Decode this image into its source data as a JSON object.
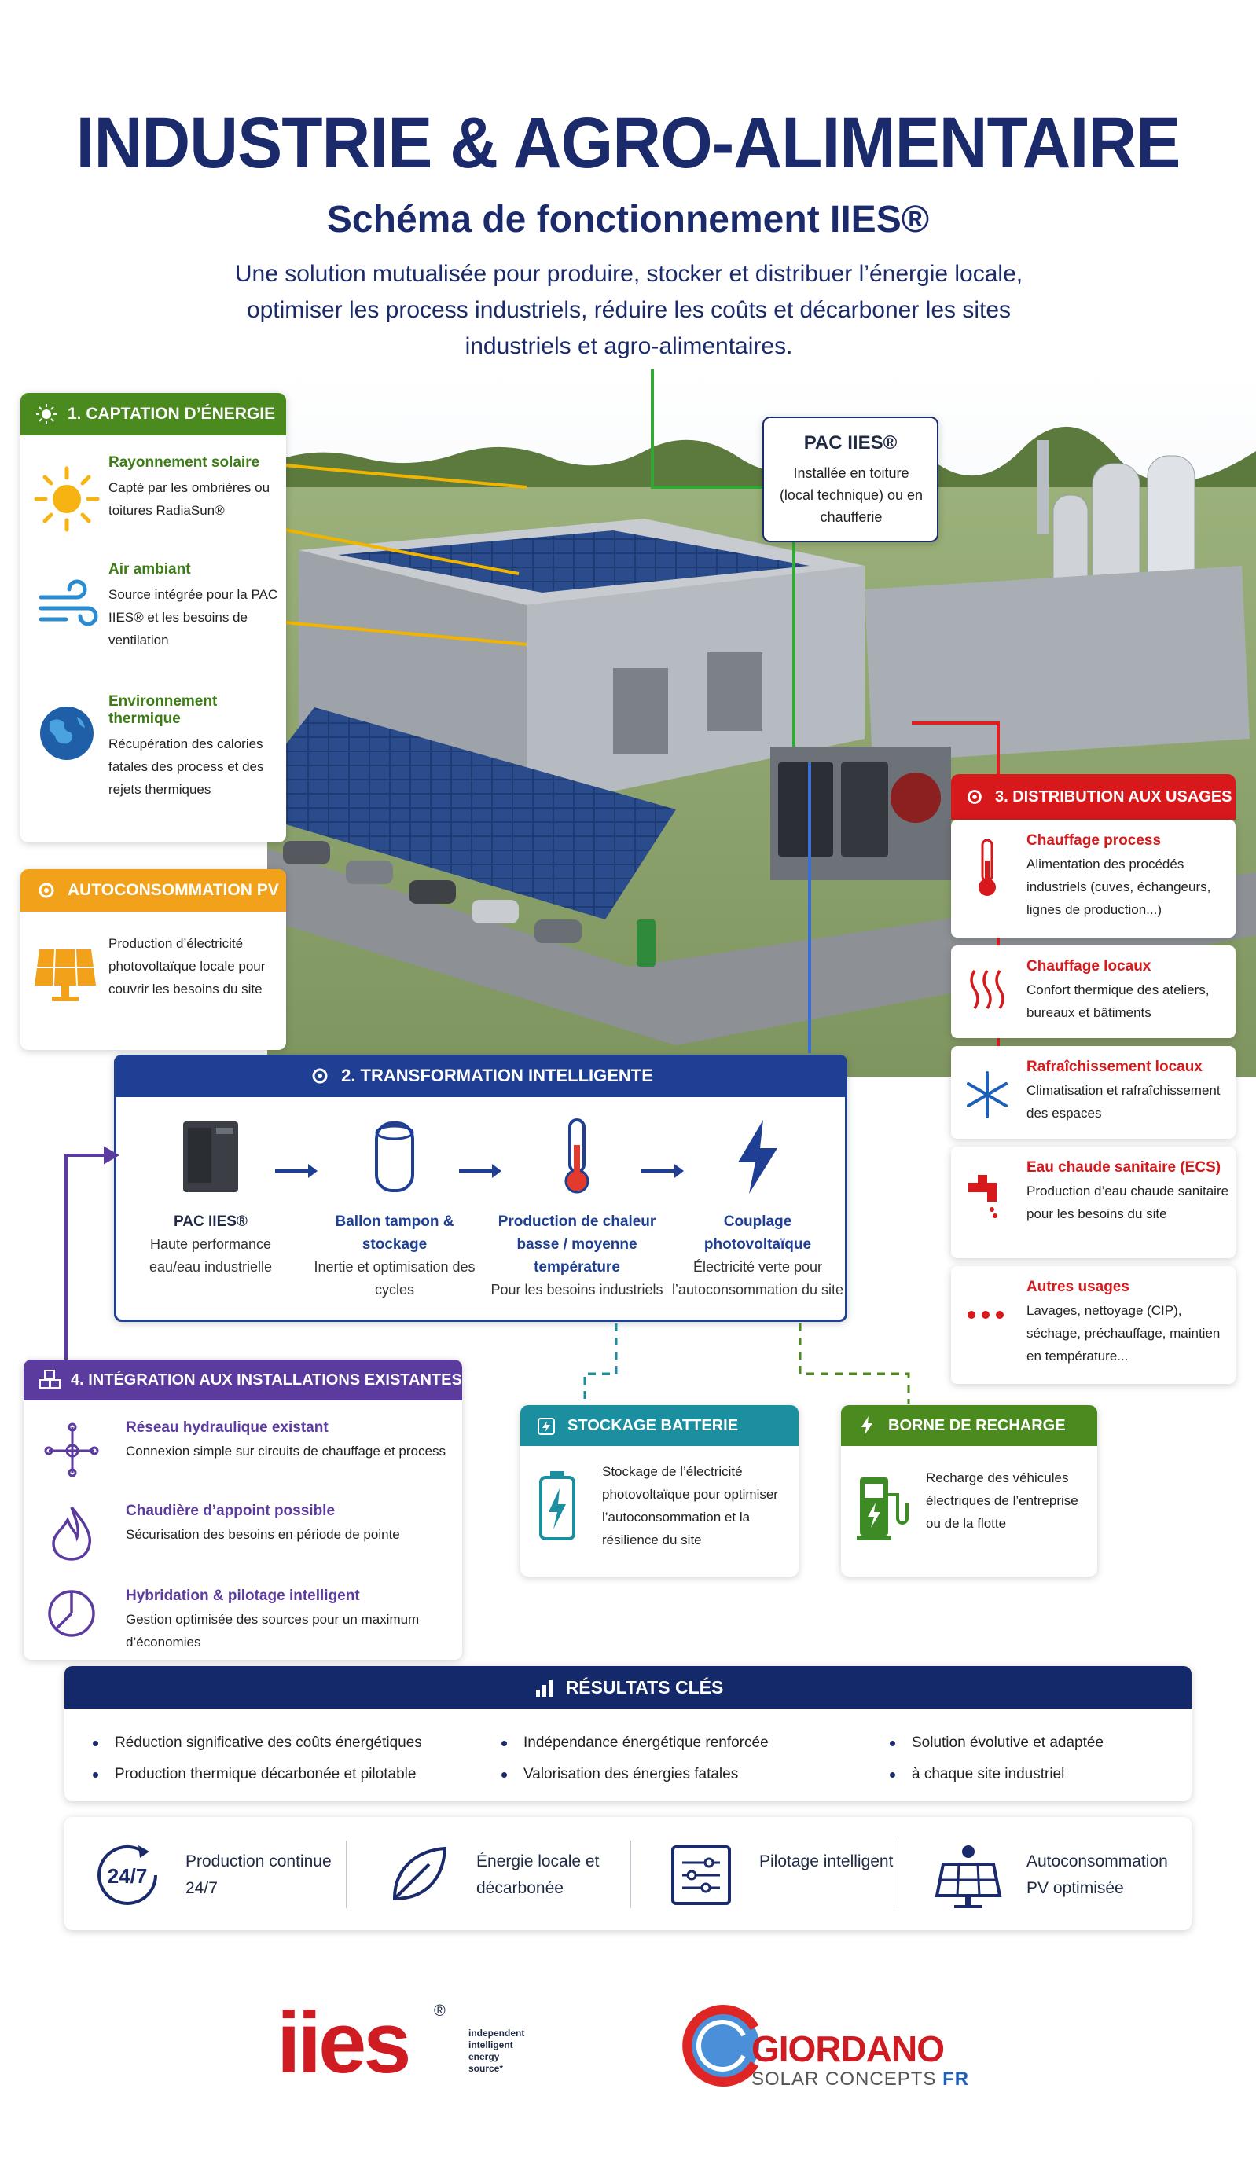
{
  "header": {
    "title": "INDUSTRIE & AGRO-ALIMENTAIRE",
    "subtitle": "Schéma de fonctionnement IIES®",
    "intro": "Une solution mutualisée pour produire, stocker et distribuer l’énergie locale, optimiser les process industriels, réduire les coûts et décarboner les sites industriels et agro-alimentaires."
  },
  "pac_callout": {
    "title": "PAC IIES®",
    "text": "Installée en toiture (local technique) ou en chaufferie"
  },
  "captation": {
    "header": "1. CAPTATION D’ÉNERGIE",
    "items": [
      {
        "title": "Rayonnement solaire",
        "text": "Capté par les ombrières ou toitures RadiaSun®",
        "icon": "sun-icon"
      },
      {
        "title": "Air ambiant",
        "text": "Source intégrée pour la PAC IIES® et les besoins de ventilation",
        "icon": "wind-icon"
      },
      {
        "title": "Environnement thermique",
        "text": "Récupération des calories fatales des process et des rejets thermiques",
        "icon": "globe-icon"
      }
    ]
  },
  "autocons": {
    "header": "AUTOCONSOMMATION PV",
    "text": "Production d’électricité photovoltaïque locale pour couvrir les besoins du site"
  },
  "transformation": {
    "header": "2. TRANSFORMATION INTELLIGENTE",
    "steps": [
      {
        "title": "PAC IIES®",
        "text": "Haute performance eau/eau industrielle",
        "icon": "heat-pump-icon"
      },
      {
        "title": "Ballon tampon & stockage",
        "text": "Inertie et optimisation des cycles",
        "icon": "tank-icon"
      },
      {
        "title": "Production de chaleur basse / moyenne température",
        "text": "Pour les besoins industriels",
        "icon": "thermometer-icon"
      },
      {
        "title": "Couplage photovoltaïque",
        "text": "Électricité verte pour l’autoconsommation du site",
        "icon": "lightning-icon"
      }
    ]
  },
  "distribution": {
    "header": "3. DISTRIBUTION AUX USAGES",
    "items": [
      {
        "title": "Chauffage process",
        "text": "Alimentation des procédés industriels (cuves, échangeurs, lignes de production...)",
        "icon": "thermometer-icon"
      },
      {
        "title": "Chauffage locaux",
        "text": "Confort thermique des ateliers, bureaux et bâtiments",
        "icon": "heat-waves-icon"
      },
      {
        "title": "Rafraîchissement locaux",
        "text": "Climatisation et rafraîchissement des espaces",
        "icon": "snowflake-icon"
      },
      {
        "title": "Eau chaude sanitaire (ECS)",
        "text": "Production d’eau chaude sanitaire pour les besoins du site",
        "icon": "faucet-icon"
      },
      {
        "title": "Autres usages",
        "text": "Lavages, nettoyage (CIP), séchage, préchauffage, maintien en température...",
        "icon": "dots-icon"
      }
    ]
  },
  "integration": {
    "header": "4. INTÉGRATION AUX INSTALLATIONS EXISTANTES",
    "items": [
      {
        "title": "Réseau hydraulique existant",
        "text": "Connexion simple sur circuits de chauffage et process",
        "icon": "network-icon"
      },
      {
        "title": "Chaudière d’appoint possible",
        "text": "Sécurisation des besoins en période de pointe",
        "icon": "flame-icon"
      },
      {
        "title": "Hybridation & pilotage intelligent",
        "text": "Gestion optimisée des sources pour un maximum d’économies",
        "icon": "control-icon"
      }
    ]
  },
  "battery": {
    "header": "STOCKAGE BATTERIE",
    "text": "Stockage de l’électricité photovoltaïque pour optimiser l’autoconsommation et la résilience du site"
  },
  "borne": {
    "header": "BORNE DE RECHARGE",
    "text": "Recharge des véhicules électriques de l’entreprise ou de la flotte"
  },
  "results": {
    "header": "RÉSULTATS CLÉS",
    "col1": [
      "Réduction significative des coûts énergétiques",
      "Production thermique décarbonée et pilotable"
    ],
    "col2": [
      "Indépendance énergétique renforcée",
      "Valorisation des énergies fatales"
    ],
    "col3": [
      "Solution évolutive et adaptée",
      "à chaque site industriel"
    ]
  },
  "features": [
    {
      "text": "Production continue 24/7",
      "icon": "clock-24-7-icon",
      "icon_label": "24/7"
    },
    {
      "text": "Énergie locale et décarbonée",
      "icon": "leaf-icon"
    },
    {
      "text": "Pilotage intelligent",
      "icon": "sliders-icon"
    },
    {
      "text": "Autoconsommation PV optimisée",
      "icon": "solar-panel-icon"
    }
  ],
  "logos": {
    "iies_word": "iies",
    "iies_reg": "®",
    "iies_tagline": [
      "independent",
      "intelligent",
      "energy",
      "source*"
    ],
    "giordano_word": "GIORDANO",
    "giordano_sub": "SOLAR CONCEPTS",
    "giordano_fr": "FR"
  },
  "colors": {
    "navy": "#1b2a6b",
    "green": "#4a8a1e",
    "orange": "#f1a21a",
    "blue": "#1e3f94",
    "red": "#d7191c",
    "purple": "#5b3b9e",
    "teal": "#1b8ea0"
  }
}
